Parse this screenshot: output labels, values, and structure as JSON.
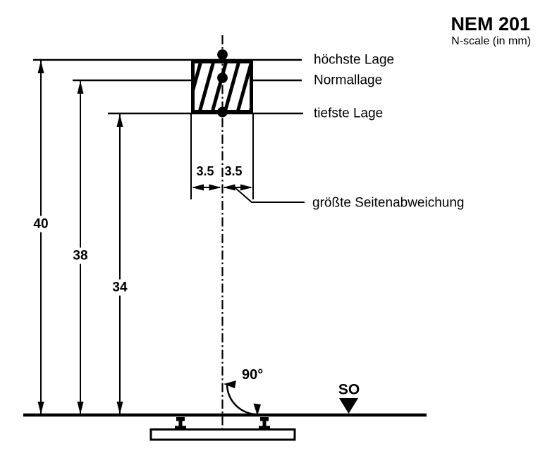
{
  "title": {
    "main": "NEM 201",
    "subtitle": "N-scale (in mm)"
  },
  "labels": {
    "highest_position": "höchste Lage",
    "normal_position": "Normallage",
    "lowest_position": "tiefste Lage",
    "max_side_deviation": "größte Seitenabweichung",
    "angle": "90°",
    "rail_top": "SO"
  },
  "dimensions": {
    "height_max": "40",
    "height_normal": "38",
    "height_min": "34",
    "side_left": "3.5",
    "side_right": "3.5"
  },
  "colors": {
    "ink": "#000000",
    "background": "#ffffff"
  }
}
